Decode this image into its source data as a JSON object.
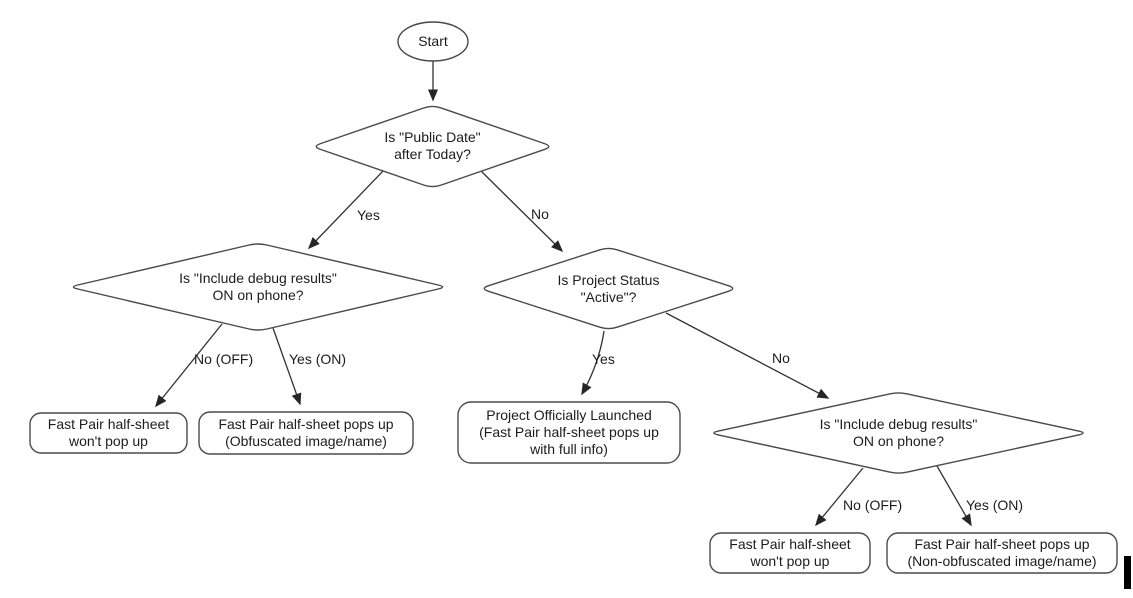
{
  "figure": {
    "type": "flowchart",
    "topic": "Fast Pair half-sheet decision tree"
  },
  "colors": {
    "background": "#ffffff",
    "shape_stroke": "#4a4a4a",
    "arrow": "#333333",
    "text": "#1c1c1c",
    "cursor": "#000000"
  },
  "nodes": {
    "start": {
      "label": "Start"
    },
    "decision_public_date": {
      "label": "Is \"Public Date\"\nafter Today?"
    },
    "decision_debug_left": {
      "label": "Is \"Include debug results\"\nON on phone?"
    },
    "decision_project_status": {
      "label": "Is Project Status\n\"Active\"?"
    },
    "decision_debug_right": {
      "label": "Is \"Include debug results\"\nON on phone?"
    },
    "result_wont_popup_left": {
      "label": "Fast Pair half-sheet\nwon't pop up"
    },
    "result_obfuscated": {
      "label": "Fast Pair half-sheet pops up\n(Obfuscated image/name)"
    },
    "result_launched": {
      "label": "Project Officially Launched\n(Fast Pair half-sheet pops up\nwith full info)"
    },
    "result_wont_popup_right": {
      "label": "Fast Pair half-sheet\nwon't pop up"
    },
    "result_non_obfuscated": {
      "label": "Fast Pair half-sheet pops up\n(Non-obfuscated image/name)"
    }
  },
  "edge_labels": {
    "public_date_yes": "Yes",
    "public_date_no": "No",
    "debug_left_no": "No (OFF)",
    "debug_left_yes": "Yes (ON)",
    "project_status_yes": "Yes",
    "project_status_no": "No",
    "debug_right_no": "No (OFF)",
    "debug_right_yes": "Yes (ON)"
  }
}
